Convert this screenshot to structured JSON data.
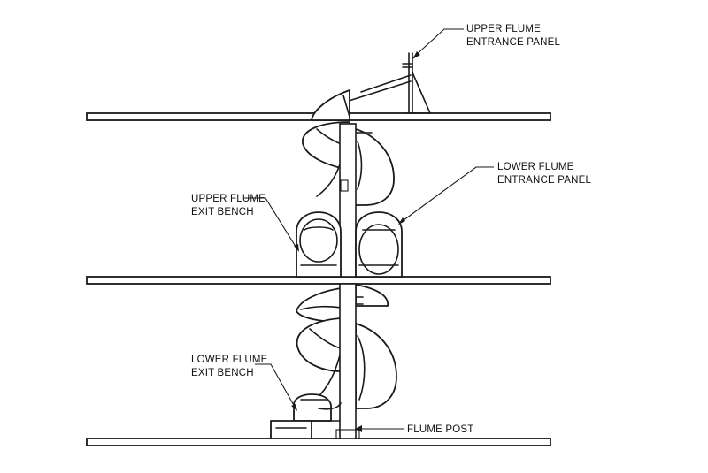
{
  "labels": {
    "upper_entrance": [
      "UPPER FLUME",
      "ENTRANCE PANEL"
    ],
    "lower_entrance": [
      "LOWER FLUME",
      "ENTRANCE PANEL"
    ],
    "upper_exit": [
      "UPPER FLUME",
      "EXIT BENCH"
    ],
    "lower_exit": [
      "LOWER FLUME",
      "EXIT BENCH"
    ],
    "flume_post": [
      "FLUME POST"
    ]
  }
}
